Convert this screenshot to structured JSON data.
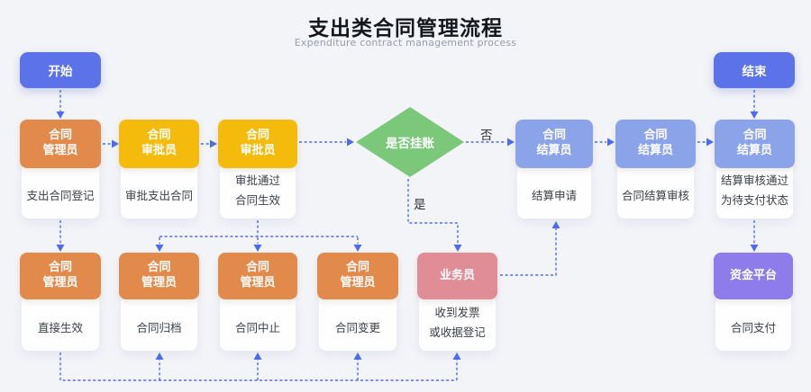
{
  "title": "支出类合同管理流程",
  "subtitle": "Expenditure contract management process",
  "terminals": {
    "start": "开始",
    "end": "结束"
  },
  "decision": {
    "label": "是否挂账"
  },
  "labels": {
    "yes": "是",
    "no": "否"
  },
  "nodes": {
    "register": {
      "role": "合同\n管理员",
      "task": "支出合同登记"
    },
    "approve": {
      "role": "合同\n审批员",
      "task": "审批支出合同"
    },
    "approved": {
      "role": "合同\n审批员",
      "task": "审批通过\n合同生效"
    },
    "settleApply": {
      "role": "合同\n结算员",
      "task": "结算申请"
    },
    "settleAudit": {
      "role": "合同\n结算员",
      "task": "合同结算审核"
    },
    "settleDone": {
      "role": "合同\n结算员",
      "task": "结算审核通过\n为待支付状态"
    },
    "effective": {
      "role": "合同\n管理员",
      "task": "直接生效"
    },
    "archive": {
      "role": "合同\n管理员",
      "task": "合同归档"
    },
    "terminate": {
      "role": "合同\n管理员",
      "task": "合同中止"
    },
    "change": {
      "role": "合同\n管理员",
      "task": "合同变更"
    },
    "invoice": {
      "role": "业务员",
      "task": "收到发票\n或收据登记"
    },
    "platform": {
      "role": "资金平台",
      "task": "合同支付"
    }
  },
  "colors": {
    "terminal": "#5B72E9",
    "orange": "#E2894C",
    "yellow": "#F4BB0C",
    "green": "#7CC87A",
    "blue": "#8BA3E8",
    "pink": "#E08D97",
    "purple": "#8E7CEA",
    "arrow": "#4E6BF0"
  }
}
